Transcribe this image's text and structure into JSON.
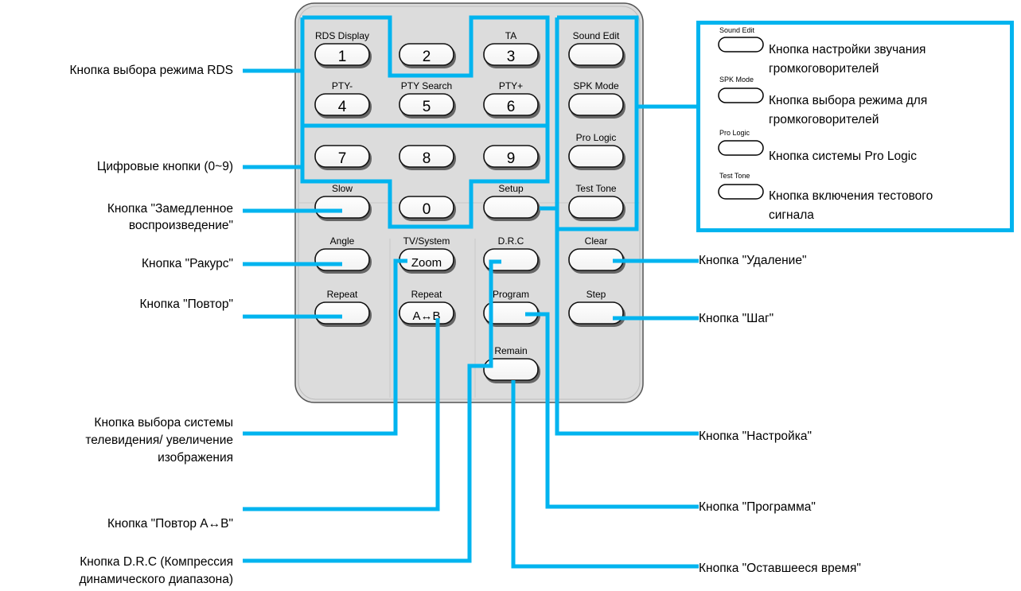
{
  "colors": {
    "accent": "#00b4ef",
    "panel": "#dcdcdc",
    "panel_border": "#555555"
  },
  "remote": {
    "num_tops": [
      "RDS Display",
      "",
      "TA",
      "PTY-",
      "PTY Search",
      "PTY+",
      "",
      "",
      ""
    ],
    "num_keys": [
      "1",
      "2",
      "3",
      "4",
      "5",
      "6",
      "7",
      "8",
      "9"
    ],
    "zero_key": "0",
    "slow": "Slow",
    "setup": "Setup",
    "angle": "Angle",
    "tv_system": "TV/System",
    "zoom": "Zoom",
    "drc": "D.R.C",
    "clear": "Clear",
    "repeat": "Repeat",
    "repeat_ab_top": "Repeat",
    "repeat_ab_key": "A↔B",
    "program": "Program",
    "step": "Step",
    "remain": "Remain",
    "side": [
      "Sound Edit",
      "SPK Mode",
      "Pro Logic",
      "Test Tone"
    ]
  },
  "left_labels": {
    "rds": "Кнопка выбора режима RDS",
    "digits": "Цифровые кнопки (0~9)",
    "slow_1": "Кнопка \"Замедленное",
    "slow_2": "воспроизведение\"",
    "angle": "Кнопка \"Ракурс\"",
    "repeat": "Кнопка \"Повтор\"",
    "tv_1": "Кнопка выбора системы",
    "tv_2": "телевидения/ увеличение",
    "tv_3": "изображения",
    "repeat_ab": "Кнопка \"Повтор A↔B\"",
    "drc_1": "Кнопка D.R.C (Компрессия",
    "drc_2": "динамического диапазона)"
  },
  "right_labels": {
    "clear": "Кнопка \"Удаление\"",
    "step": "Кнопка \"Шаг\"",
    "setup": "Кнопка \"Настройка\"",
    "program": "Кнопка \"Программа\"",
    "remain": "Кнопка \"Оставшееся время\""
  },
  "legend": {
    "items": [
      {
        "cap": "Sound Edit",
        "line1": "Кнопка настройки звучания",
        "line2": "громкоговорителей"
      },
      {
        "cap": "SPK Mode",
        "line1": "Кнопка выбора режима для",
        "line2": "громкоговорителей"
      },
      {
        "cap": "Pro Logic",
        "line1": "Кнопка системы Pro Logic",
        "line2": ""
      },
      {
        "cap": "Test Tone",
        "line1": "Кнопка включения тестового",
        "line2": "сигнала"
      }
    ]
  }
}
